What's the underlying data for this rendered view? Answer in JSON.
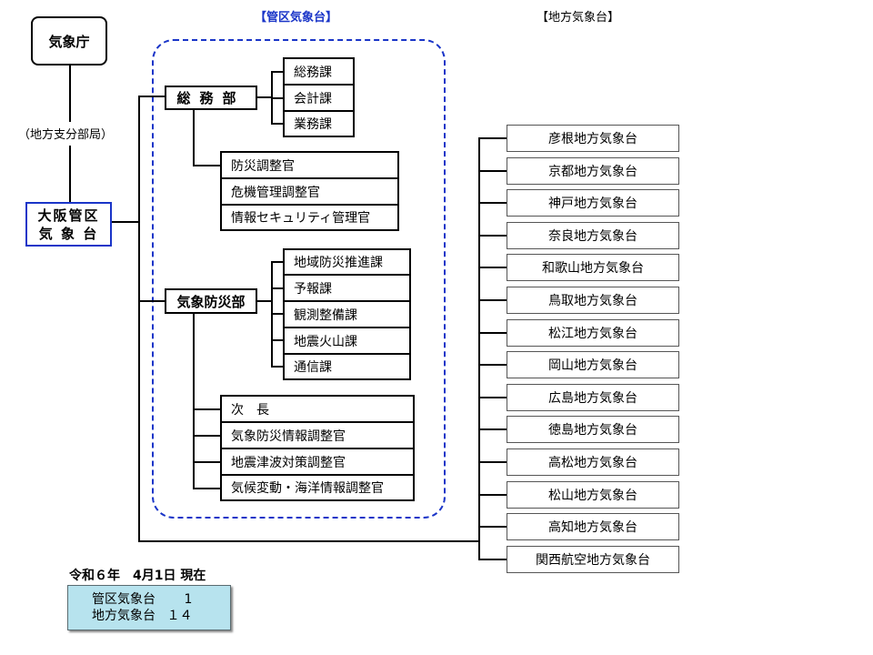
{
  "headers": {
    "kanku": "【管区気象台】",
    "chiho": "【地方気象台】"
  },
  "agency": "気象庁",
  "branch_note": "（地方支分部局）",
  "osaka": {
    "line1": "大阪管区",
    "line2": "気 象 台"
  },
  "somu": {
    "name": "総務部",
    "sections": [
      "総務課",
      "会計課",
      "業務課"
    ],
    "officers": [
      "防災調整官",
      "危機管理調整官",
      "情報セキュリティ管理官"
    ]
  },
  "kishou": {
    "name": "気象防災部",
    "sections": [
      "地域防災推進課",
      "予報課",
      "観測整備課",
      "地震火山課",
      "通信課"
    ],
    "officers": [
      "次　長",
      "気象防災情報調整官",
      "地震津波対策調整官",
      "気候変動・海洋情報調整官"
    ]
  },
  "local_offices": [
    "彦根地方気象台",
    "京都地方気象台",
    "神戸地方気象台",
    "奈良地方気象台",
    "和歌山地方気象台",
    "鳥取地方気象台",
    "松江地方気象台",
    "岡山地方気象台",
    "広島地方気象台",
    "徳島地方気象台",
    "高松地方気象台",
    "松山地方気象台",
    "高知地方気象台",
    "関西航空地方気象台"
  ],
  "as_of": "令和６年　4月1日 現在",
  "summary": {
    "kanku_label": "管区気象台",
    "kanku_count": "1",
    "chiho_label": "地方気象台",
    "chiho_count": "１４"
  },
  "colors": {
    "accent_blue": "#1a35c8",
    "summary_bg": "#b7e3ee"
  }
}
